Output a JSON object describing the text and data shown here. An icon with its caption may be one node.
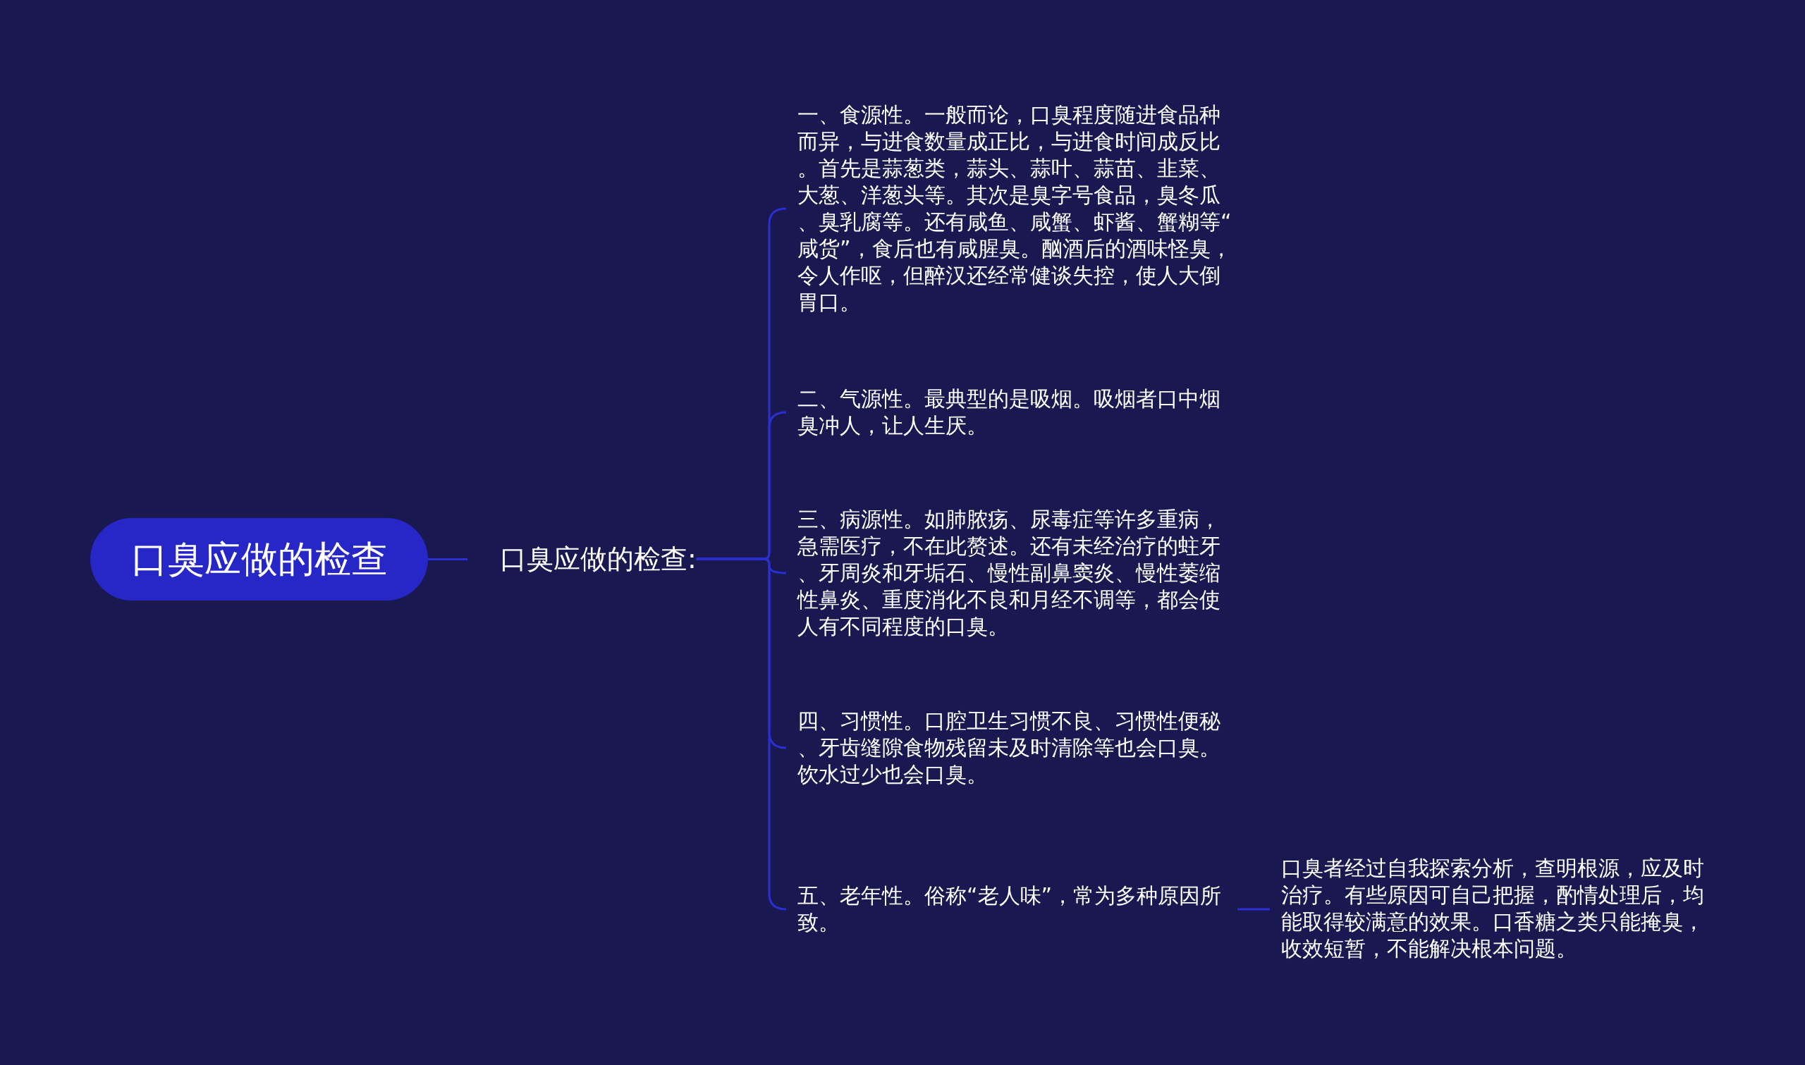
{
  "diagram": {
    "nodes": [
      {
        "text": [
          "口臭应做的检查"
        ]
      },
      {
        "text": [
          "口臭应做的检查:"
        ]
      },
      {
        "text": [
          "一、食源性。一般而论，口臭程度随进食品种而异，与进食数量成正比，与进食时间成反比。首先是蒜葱类，蒜头、蒜叶、蒜苗、韭菜、大葱、洋葱头等。其次是臭字号食品，臭冬瓜、臭乳腐等。还有咸鱼、咸蟹、虾酱、蟹糊等“咸货”，食后也有咸腥臭。酗酒后的酒味怪臭，令人作呕，但醉汉还经常健谈失控，使人大倒胃口。"
        ]
      },
      {
        "text": [
          "二、气源性。最典型的是吸烟。吸烟者口中烟臭冲人，让人生厌。"
        ]
      },
      {
        "text": [
          "三、病源性。如肺脓疡、尿毒症等许多重病，急需医疗，不在此赘述。还有未经治疗的蛀牙、牙周炎和牙垢石、慢性副鼻窦炎、慢性萎缩性鼻炎、重度消化不良和月经不调等，都会使人有不同程度的口臭。"
        ]
      },
      {
        "text": [
          "四、习惯性。口腔卫生习惯不良、习惯性便秘、牙齿缝隙食物残留未及时清除等也会口臭。饮水过少也会口臭。"
        ]
      },
      {
        "text": [
          "五、老年性。俗称“老人味”，常为多种原因所致。"
        ]
      },
      {
        "text": [
          "口臭者经过自我探索分析，查明根源，应及时治疗。有些原因可自己把握，酌情处理后，均能取得较满意的效果。口香糖之类只能掩臭，收效短暂，不能解决根本问题。"
        ]
      }
    ],
    "edges": [
      {
        "from": 0,
        "to": 1,
        "arrow": "none"
      },
      {
        "from": 1,
        "to": 2,
        "arrow": "none"
      },
      {
        "from": 1,
        "to": 3,
        "arrow": "none"
      },
      {
        "from": 1,
        "to": 4,
        "arrow": "none"
      },
      {
        "from": 1,
        "to": 5,
        "arrow": "none"
      },
      {
        "from": 1,
        "to": 6,
        "arrow": "none"
      },
      {
        "from": 6,
        "to": 7,
        "arrow": "none"
      }
    ]
  }
}
